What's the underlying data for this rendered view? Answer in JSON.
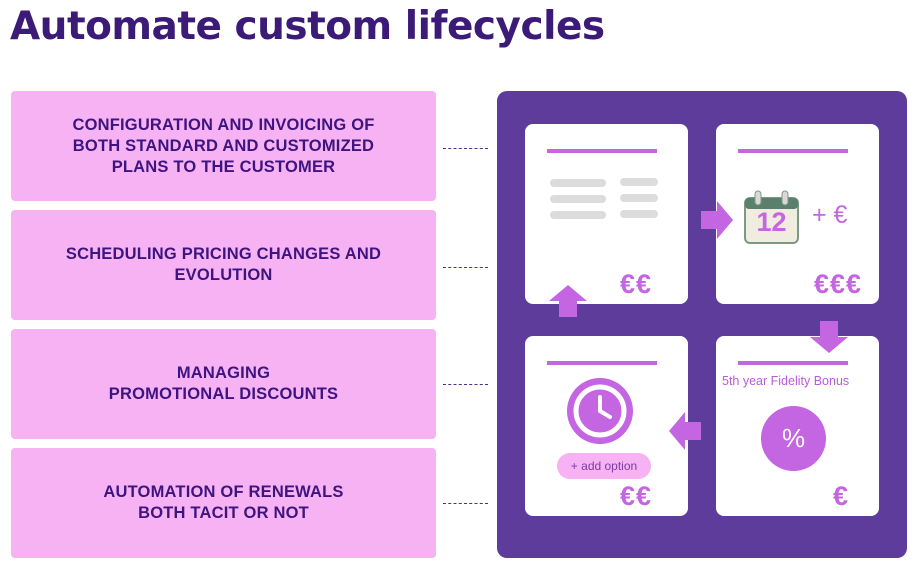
{
  "title": "Automate custom lifecycles",
  "features": [
    "CONFIGURATION AND INVOICING OF\nBOTH STANDARD AND CUSTOMIZED\nPLANS TO THE CUSTOMER",
    "SCHEDULING PRICING CHANGES AND\nEVOLUTION",
    "MANAGING\nPROMOTIONAL DISCOUNTS",
    "AUTOMATION OF RENEWALS\nBOTH TACIT OR NOT"
  ],
  "cards": {
    "top_left": {
      "price": "€€"
    },
    "top_right": {
      "calendar_day": "12",
      "addition": "+ €",
      "price": "€€€"
    },
    "bottom_right": {
      "label": "5th year Fidelity Bonus",
      "discount_symbol": "%",
      "price": "€"
    },
    "bottom_left": {
      "option_label": "+ add option",
      "price": "€€"
    }
  },
  "colors": {
    "title": "#3b1a78",
    "feature_bg": "#f6b2f2",
    "feature_text": "#3d1480",
    "panel": "#5d3c9c",
    "accent": "#c465e2"
  },
  "icons": [
    "calendar-icon",
    "clock-icon",
    "percent-icon",
    "arrow-right-icon",
    "arrow-down-icon",
    "arrow-left-icon",
    "arrow-up-icon"
  ]
}
